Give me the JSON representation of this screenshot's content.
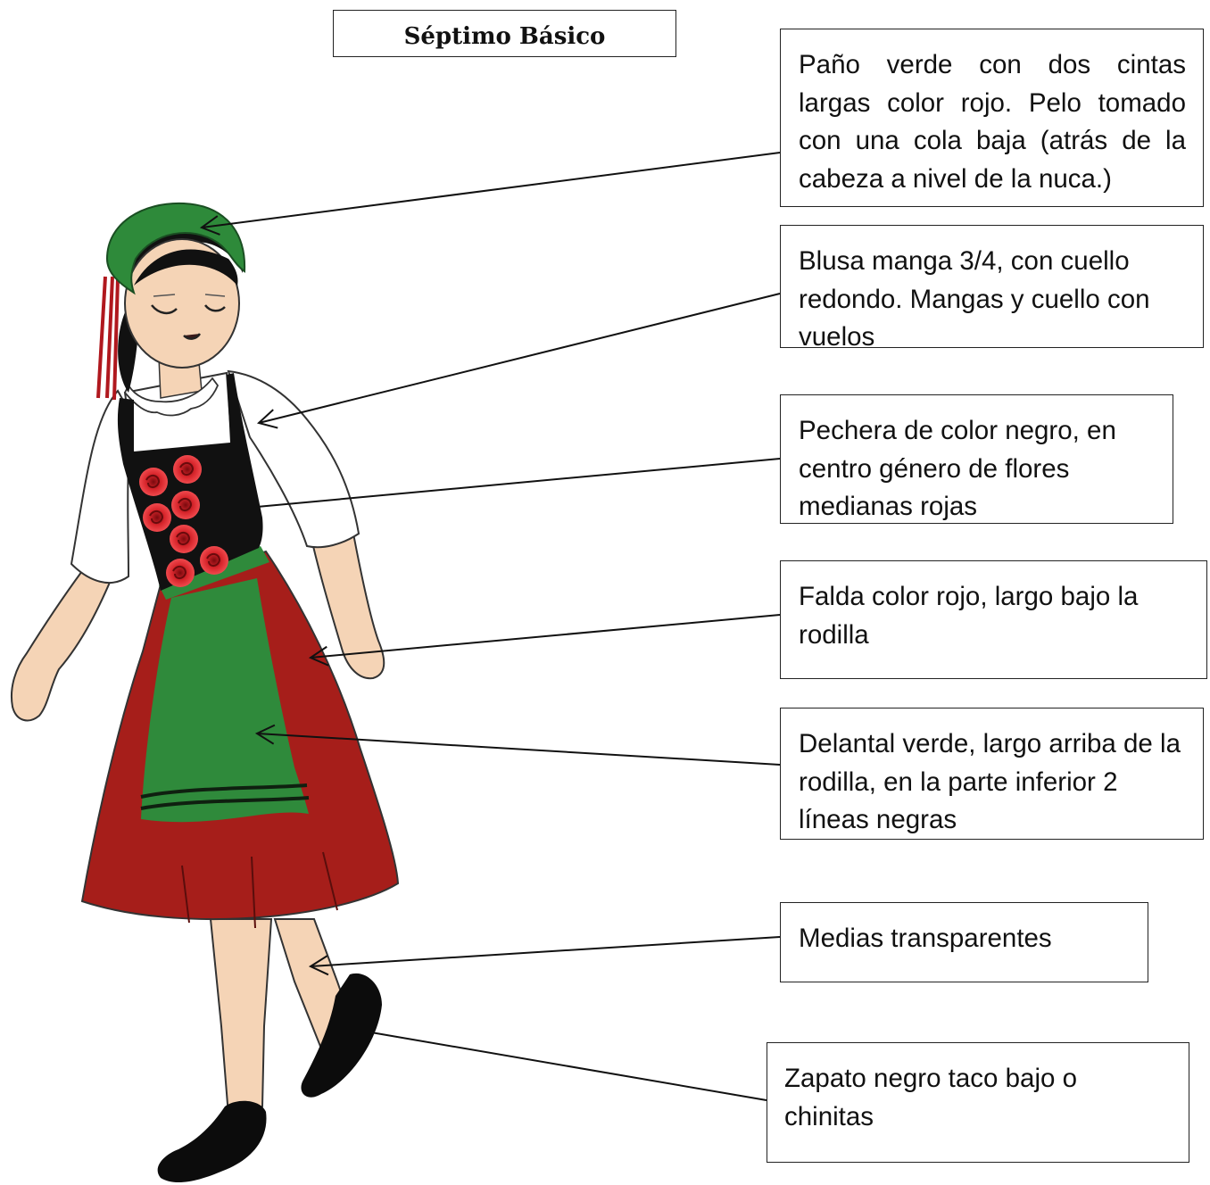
{
  "title": "Séptimo Básico",
  "labels": [
    {
      "id": "pano",
      "text": "Paño verde con dos cintas largas color rojo. Pelo tomado con una cola baja (atrás de la cabeza a nivel de la nuca.)"
    },
    {
      "id": "blusa",
      "text": "Blusa manga 3/4, con cuello redondo. Mangas y cuello con vuelos"
    },
    {
      "id": "pechera",
      "text": "Pechera de color negro, en centro género de flores medianas rojas"
    },
    {
      "id": "falda",
      "text": "Falda color rojo, largo bajo la rodilla"
    },
    {
      "id": "delantal",
      "text": "Delantal verde, largo arriba de la rodilla, en la parte inferior 2 líneas negras"
    },
    {
      "id": "medias",
      "text": "Medias transparentes"
    },
    {
      "id": "zapato",
      "text": "Zapato negro taco bajo o chinitas"
    }
  ],
  "colors": {
    "headscarf": "#2e8a3a",
    "ribbon": "#b0181e",
    "skin": "#f5d4b6",
    "hair": "#111111",
    "blouse": "#ffffff",
    "bodice": "#111111",
    "roses": "#d8262c",
    "skirt": "#a61e1a",
    "apron": "#2f8a3b",
    "shoes": "#0c0c0c"
  }
}
